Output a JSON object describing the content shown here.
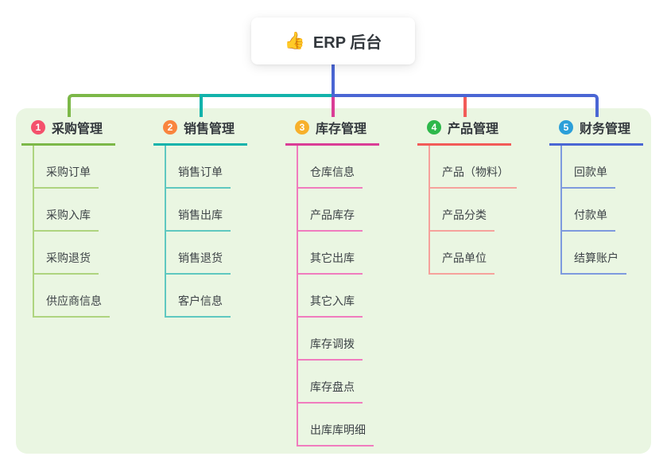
{
  "root": {
    "icon": "👍",
    "title": "ERP 后台"
  },
  "colors": {
    "canvas_bg": "#ffffff",
    "panel_bg": "#eaf6e2",
    "root_connector": "#4a66d4",
    "text_dark": "#33383d",
    "text_item": "#3d4347"
  },
  "branches": [
    {
      "num": "1",
      "title": "采购管理",
      "badge_color": "#f4516c",
      "line_color": "#7cb848",
      "light_color": "#aed47f",
      "items": [
        "采购订单",
        "采购入库",
        "采购退货",
        "供应商信息"
      ]
    },
    {
      "num": "2",
      "title": "销售管理",
      "badge_color": "#f9853e",
      "line_color": "#12b3ab",
      "light_color": "#5fc8c0",
      "items": [
        "销售订单",
        "销售出库",
        "销售退货",
        "客户信息"
      ]
    },
    {
      "num": "3",
      "title": "库存管理",
      "badge_color": "#f7b02b",
      "line_color": "#da3d96",
      "light_color": "#f07cbe",
      "items": [
        "仓库信息",
        "产品库存",
        "其它出库",
        "其它入库",
        "库存调拨",
        "库存盘点",
        "出库库明细"
      ]
    },
    {
      "num": "4",
      "title": "产品管理",
      "badge_color": "#2eb84b",
      "line_color": "#f25b58",
      "light_color": "#f6a29c",
      "items": [
        "产品（物料）",
        "产品分类",
        "产品单位"
      ]
    },
    {
      "num": "5",
      "title": "财务管理",
      "badge_color": "#2b9fd9",
      "line_color": "#4a66d4",
      "light_color": "#7e9ade",
      "items": [
        "回款单",
        "付款单",
        "结算账户"
      ]
    }
  ]
}
